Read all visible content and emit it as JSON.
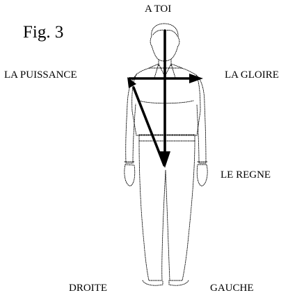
{
  "figure": {
    "label": "Fig. 3",
    "labels": {
      "top": "A TOI",
      "left": "LA PUISSANCE",
      "right": "LA GLOIRE",
      "middle": "LE REGNE",
      "bottom_left": "DROITE",
      "bottom_right": "GAUCHE"
    },
    "colors": {
      "ink": "#000000",
      "background": "#ffffff"
    }
  }
}
